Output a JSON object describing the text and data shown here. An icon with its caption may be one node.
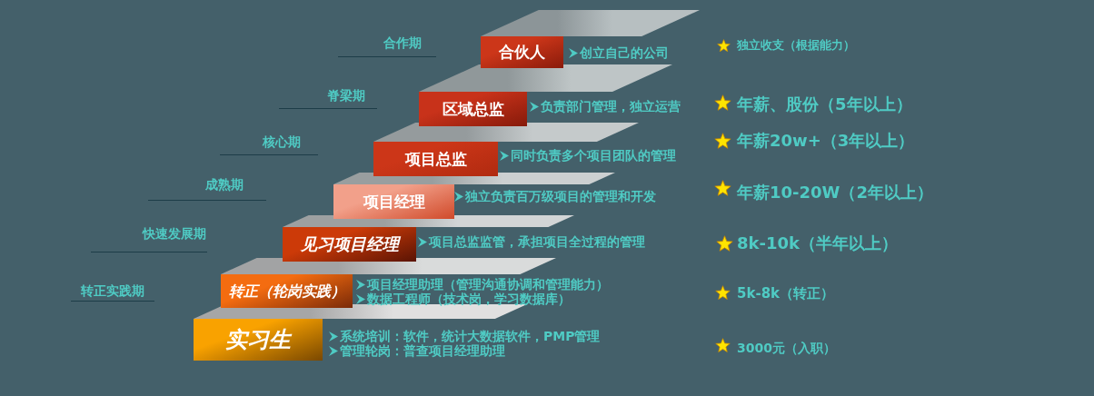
{
  "diagram": {
    "nodes": [
      {
        "text": [
          "合伙人"
        ],
        "beside": [
          "创立自己的公司"
        ]
      },
      {
        "text": [
          "区域总监"
        ],
        "beside": [
          "负责部门管理，独立运营"
        ]
      },
      {
        "text": [
          "项目总监"
        ],
        "beside": [
          "同时负责多个项目团队的管理"
        ]
      },
      {
        "text": [
          "项目经理"
        ],
        "beside": [
          "独立负责百万级项目的管理和开发"
        ]
      },
      {
        "text": [
          "见习项目经理"
        ],
        "beside": [
          "项目总监监管，承担项目全过程的管理"
        ]
      },
      {
        "text": [
          "转正（轮岗实践）"
        ],
        "beside": [
          "项目经理助理（管理沟通协调和管理能力）",
          "数据工程师（技术岗，学习数据库）"
        ]
      },
      {
        "text": [
          "实习生"
        ],
        "beside": [
          "系统培训：软件，统计大数据软件，PMP管理",
          "管理轮岗：普查项目经理助理"
        ]
      }
    ],
    "labels": [
      "合作期",
      "独立收支（根据能力）",
      "脊梁期",
      "年薪、股份（5年以上）",
      "核心期",
      "年薪20w+（3年以上）",
      "成熟期",
      "年薪10-20W（2年以上）",
      "快速发展期",
      "8k-10k（半年以上）",
      "转正实践期",
      "5k-8k（转正）",
      "3000元（入职）"
    ]
  }
}
